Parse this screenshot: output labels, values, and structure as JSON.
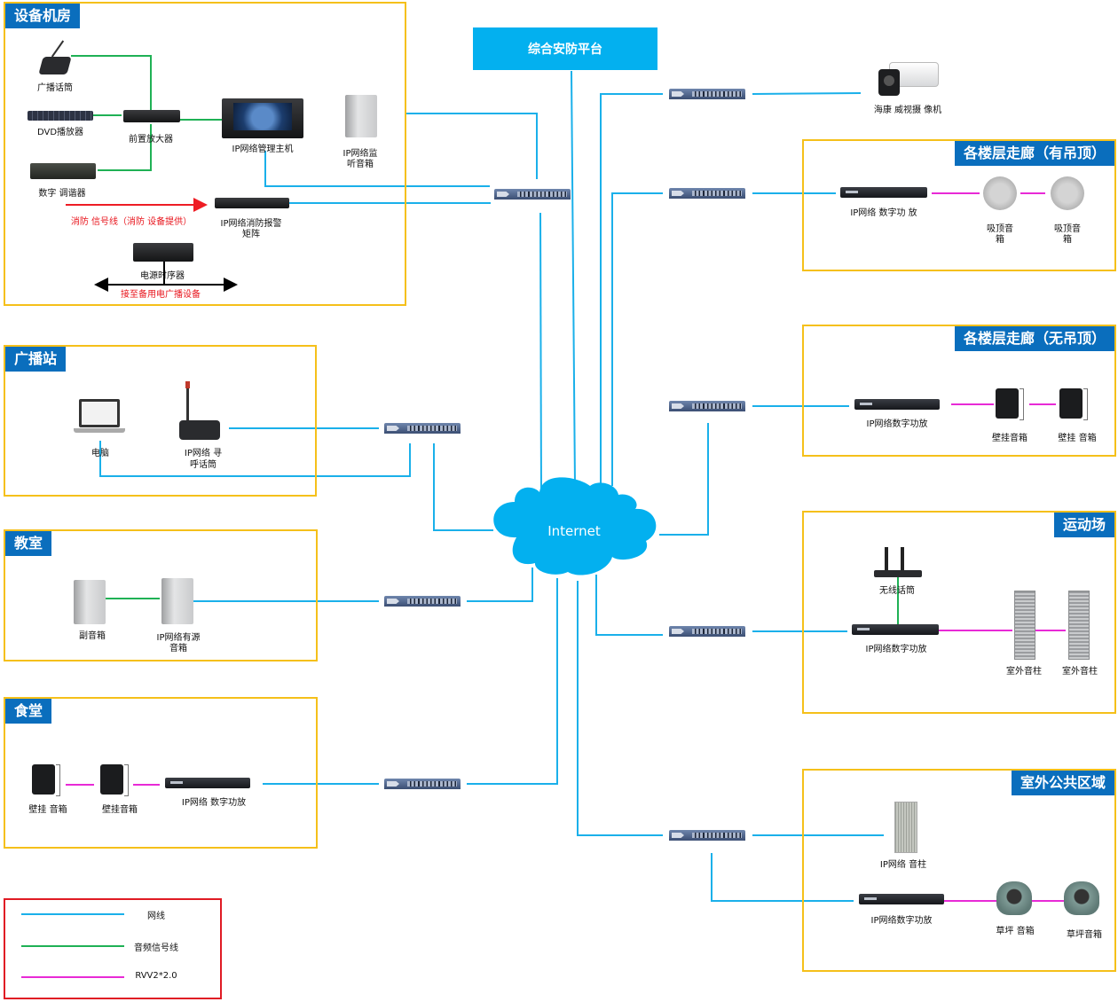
{
  "platform": {
    "label": "综合安防平台"
  },
  "cloud": {
    "label": "Internet"
  },
  "zones": {
    "equipment_room": {
      "title": "设备机房",
      "devices": {
        "broadcast_mic": "广播话筒",
        "dvd_player": "DVD播放器",
        "preamp": "前置放大器",
        "digital_tuner": "数字 调谐器",
        "ip_host": "IP网络管理主机",
        "monitor_speaker": [
          "IP网络监",
          "听音箱"
        ],
        "fire_matrix": [
          "IP网络消防报警",
          "矩阵"
        ],
        "power_sequencer": "电源时序器"
      },
      "annotations": {
        "fire_signal": "消防 信号线（消防 设备提供）",
        "backup_power": "接至备用电广播设备"
      }
    },
    "broadcast_station": {
      "title": "广播站",
      "devices": {
        "pc": "电脑",
        "paging_mic": [
          "IP网络 寻",
          "呼话筒"
        ]
      }
    },
    "classroom": {
      "title": "教室",
      "devices": {
        "sub_speaker": "副音箱",
        "active_speaker": [
          "IP网络有源",
          "音箱"
        ]
      }
    },
    "canteen": {
      "title": "食堂",
      "devices": {
        "wall_speaker_1": "壁挂 音箱",
        "wall_speaker_2": "壁挂音箱",
        "amplifier": "IP网络 数字功放"
      }
    },
    "corridor_ceiling": {
      "title": "各楼层走廊（有吊顶）",
      "devices": {
        "amplifier": "IP网络 数字功 放",
        "ceiling_speaker_1": [
          "吸顶音",
          "箱"
        ],
        "ceiling_speaker_2": [
          "吸顶音",
          "箱"
        ]
      }
    },
    "corridor_no_ceiling": {
      "title": "各楼层走廊（无吊顶）",
      "devices": {
        "amplifier": "IP网络数字功放",
        "wall_speaker_1": "壁挂音箱",
        "wall_speaker_2": "壁挂 音箱"
      }
    },
    "sports_field": {
      "title": "运动场",
      "devices": {
        "wireless_mic": "无线话筒",
        "amplifier": "IP网络数字功放",
        "column_1": "室外音柱",
        "column_2": "室外音柱"
      }
    },
    "outdoor_public": {
      "title": "室外公共区域",
      "devices": {
        "ip_column": "IP网络 音柱",
        "amplifier": "IP网络数字功放",
        "lawn_speaker_1": "草坪 音箱",
        "lawn_speaker_2": "草坪音箱"
      }
    }
  },
  "camera": {
    "label": "海康 威视摄 像机"
  },
  "legend": {
    "items": [
      {
        "label": "网线",
        "color": "#1ab0ea"
      },
      {
        "label": "音频信号线",
        "color": "#1fb155"
      },
      {
        "label": "RVV2*2.0",
        "color": "#e82ad6"
      }
    ]
  },
  "colors": {
    "network": "#1ab0ea",
    "audio": "#1fb155",
    "rvv": "#e82ad6",
    "fire": "#ee1c24",
    "zone_border": "#f5c01a",
    "zone_title": "#0a6ebd",
    "platform": "#03b0ef"
  }
}
